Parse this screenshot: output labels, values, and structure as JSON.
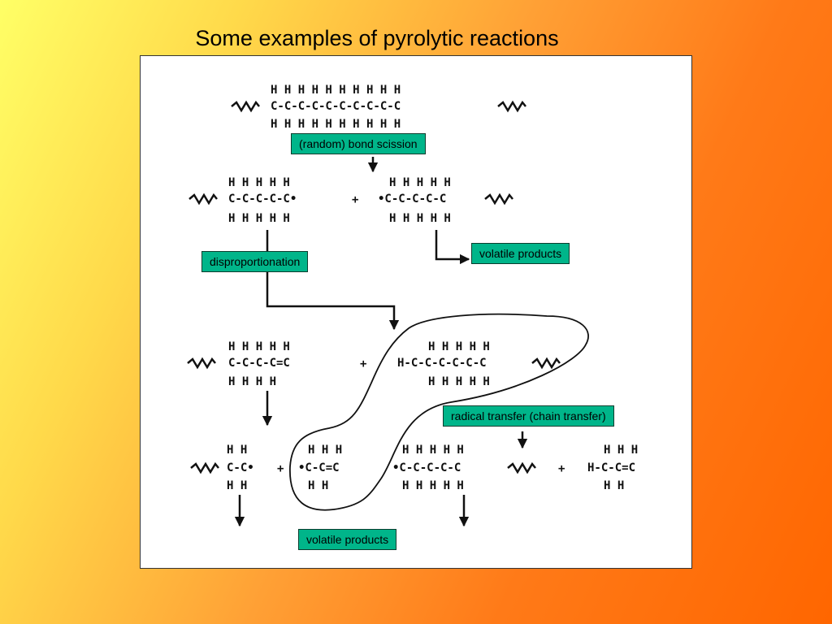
{
  "slide": {
    "title": "Some examples of pyrolytic reactions"
  },
  "labels": {
    "bond_scission": "(random) bond scission",
    "volatile_products_1": "volatile products",
    "disproportionation": "disproportionation",
    "radical_transfer": "radical transfer (chain transfer)",
    "volatile_products_2": "volatile products"
  },
  "chemistry": {
    "polymer_chain": {
      "top_h": "H H H H H H H H H H",
      "backbone": "C-C-C-C-C-C-C-C-C-C",
      "bottom_h": "H H H H H H H H H H"
    },
    "radical_left": {
      "top_h": "H H H H H",
      "backbone": "C-C-C-C-C•",
      "bottom_h": "H H H H H"
    },
    "radical_right": {
      "top_h": "H H H H H",
      "backbone": "•C-C-C-C-C",
      "bottom_h": "H H H H H"
    },
    "plus": "+",
    "alkene_end": {
      "top_h": "H H H H H",
      "backbone": "C-C-C-C=C",
      "bottom_h": "H H H H"
    },
    "saturated_end": {
      "top_h": "H H H H H",
      "backbone": "H-C-C-C-C-C-C",
      "bottom_h": "H H H H H"
    },
    "small_radical": {
      "top_h": "H H",
      "backbone": "C-C•",
      "bottom_h": "H H"
    },
    "allyl_radical": {
      "top_h": "H H H",
      "backbone": "•C-C=C",
      "bottom_h": "H H"
    },
    "chain_radical": {
      "top_h": "H H H H H",
      "backbone": "•C-C-C-C-C",
      "bottom_h": "H H H H H"
    },
    "propene": {
      "top_h": "H H H",
      "backbone": "H-C-C=C",
      "bottom_h": "H H"
    }
  }
}
